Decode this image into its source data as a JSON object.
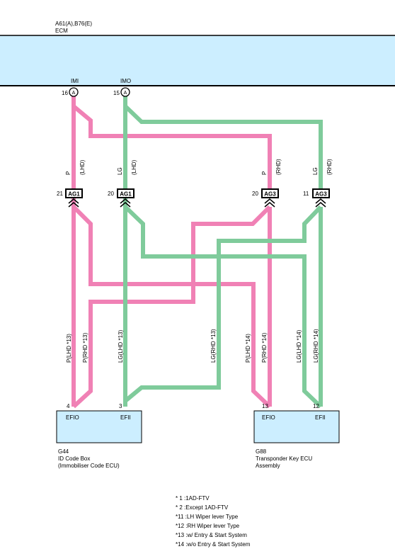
{
  "ecm": {
    "connector_ref": "A61(A),B76(E)",
    "name": "ECM",
    "pins": [
      {
        "num": "16",
        "conn": "A",
        "label": "IMI"
      },
      {
        "num": "15",
        "conn": "A",
        "label": "IMO"
      }
    ]
  },
  "junctions": [
    {
      "num": "21",
      "id": "AG1"
    },
    {
      "num": "20",
      "id": "AG1"
    },
    {
      "num": "20",
      "id": "AG3"
    },
    {
      "num": "11",
      "id": "AG3"
    }
  ],
  "wire_labels_upper": [
    {
      "color": "P",
      "variant": "(LHD)"
    },
    {
      "color": "LG",
      "variant": "(LHD)"
    },
    {
      "color": "P",
      "variant": "(RHD)"
    },
    {
      "color": "LG",
      "variant": "(RHD)"
    }
  ],
  "wire_labels_lower": [
    "P(LHD *13)",
    "P(RHD *13)",
    "LG(LHD *13)",
    "LG(RHD *13)",
    "P(LHD *14)",
    "P(RHD *14)",
    "LG(LHD *14)",
    "LG(RHD *14)"
  ],
  "components": [
    {
      "code": "G44",
      "name_line1": "ID Code Box",
      "name_line2": "(Immobiliser Code ECU)",
      "pins": [
        {
          "num": "4",
          "label": "EFIO"
        },
        {
          "num": "3",
          "label": "EFII"
        }
      ]
    },
    {
      "code": "G88",
      "name_line1": "Transponder Key ECU",
      "name_line2": "Assembly",
      "pins": [
        {
          "num": "13",
          "label": "EFIO"
        },
        {
          "num": "12",
          "label": "EFII"
        }
      ]
    }
  ],
  "notes": [
    "* 1 :1AD-FTV",
    "* 2 :Except 1AD-FTV",
    "*11 :LH Wiper lever Type",
    "*12 :RH Wiper lever Type",
    "*13 :w/ Entry & Start System",
    "*14 :w/o Entry & Start System"
  ],
  "colors": {
    "pink_wire": "#f081b5",
    "green_wire": "#7fcb9b",
    "box_fill": "#cceeff"
  }
}
